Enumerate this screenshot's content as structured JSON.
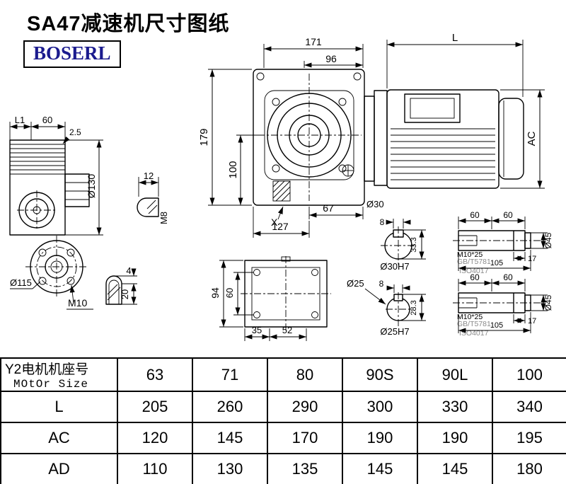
{
  "page": {
    "title": "SA47减速机尺寸图纸",
    "logo": "BOSERL"
  },
  "drawing": {
    "main_view": {
      "d171": "171",
      "d96": "96",
      "dL": "L",
      "d179": "179",
      "d100": "100",
      "dAC": "AC",
      "d67": "67",
      "d30": "Ø30",
      "d127": "127",
      "dX": "X"
    },
    "side_view": {
      "dL1": "L1",
      "d60": "60",
      "d2_5": "2.5",
      "d130": "Ø130"
    },
    "key_m8": {
      "d12": "12",
      "m8": "M8"
    },
    "flange_view": {
      "d115": "Ø115",
      "m10": "M10"
    },
    "key_detail": {
      "d4": "4",
      "d20": "20"
    },
    "bottom_view": {
      "d94": "94",
      "d60": "60",
      "d35": "35",
      "d52": "52"
    },
    "bore30": {
      "d8": "8",
      "d33_3": "33.3",
      "label": "Ø30H7"
    },
    "bore25": {
      "d25": "Ø25",
      "d8": "8",
      "d28_3": "28.3",
      "label": "Ø25H7"
    },
    "shaft_top": {
      "d60a": "60",
      "d60b": "60",
      "thread": "M10*25",
      "std_gb": "GB/T5781",
      "std_iso": "ISO4017",
      "d17": "17",
      "d105": "105",
      "d45": "Ø45"
    },
    "shaft_bottom": {
      "d60a": "60",
      "d60b": "60",
      "thread": "M10*25",
      "std_gb": "GB/T5781",
      "std_iso": "ISO4017",
      "d17": "17",
      "d105": "105",
      "d45": "Ø45"
    }
  },
  "table": {
    "header": {
      "label_line1": "Y2电机机座号",
      "label_line2": "MOtOr Size",
      "sizes": [
        "63",
        "71",
        "80",
        "90S",
        "90L",
        "100"
      ]
    },
    "rows": [
      {
        "label": "L",
        "values": [
          "205",
          "260",
          "290",
          "300",
          "330",
          "340"
        ]
      },
      {
        "label": "AC",
        "values": [
          "120",
          "145",
          "170",
          "190",
          "190",
          "195"
        ]
      },
      {
        "label": "AD",
        "values": [
          "110",
          "130",
          "135",
          "145",
          "145",
          "180"
        ]
      }
    ]
  }
}
